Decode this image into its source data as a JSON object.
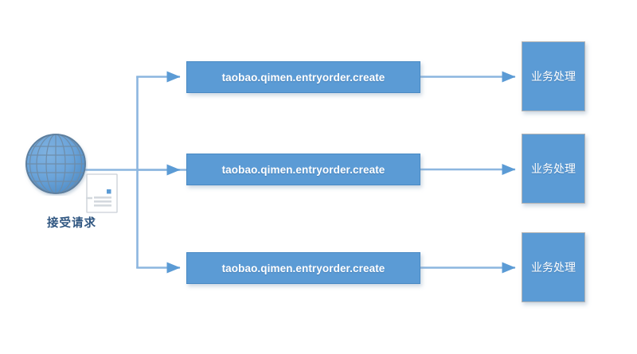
{
  "diagram": {
    "title": "Qimen API request dispatch flow",
    "background_color": "#FFFFFF",
    "accent_color": "#5B9BD5",
    "line_color": "#8CB6DF",
    "label_color": "#2E5580",
    "box_text_color": "#FFFFFF"
  },
  "source": {
    "icon_name": "globe-icon",
    "doc_icon_name": "document-icon",
    "label": "接受请求"
  },
  "api_nodes": [
    {
      "label": "taobao.qimen.entryorder.create"
    },
    {
      "label": "taobao.qimen.entryorder.create"
    },
    {
      "label": "taobao.qimen.entryorder.create"
    }
  ],
  "process_nodes": [
    {
      "label": "业务处理"
    },
    {
      "label": "业务处理"
    },
    {
      "label": "业务处理"
    }
  ],
  "connectors": [
    {
      "from": "source",
      "to": "trunk",
      "type": "line"
    },
    {
      "from": "trunk",
      "to": "api-node-1",
      "type": "arrow"
    },
    {
      "from": "trunk",
      "to": "api-node-2",
      "type": "arrow"
    },
    {
      "from": "trunk",
      "to": "api-node-3",
      "type": "arrow"
    },
    {
      "from": "api-node-1",
      "to": "process-node-1",
      "type": "arrow"
    },
    {
      "from": "api-node-2",
      "to": "process-node-2",
      "type": "arrow"
    },
    {
      "from": "api-node-3",
      "to": "process-node-3",
      "type": "arrow"
    }
  ]
}
